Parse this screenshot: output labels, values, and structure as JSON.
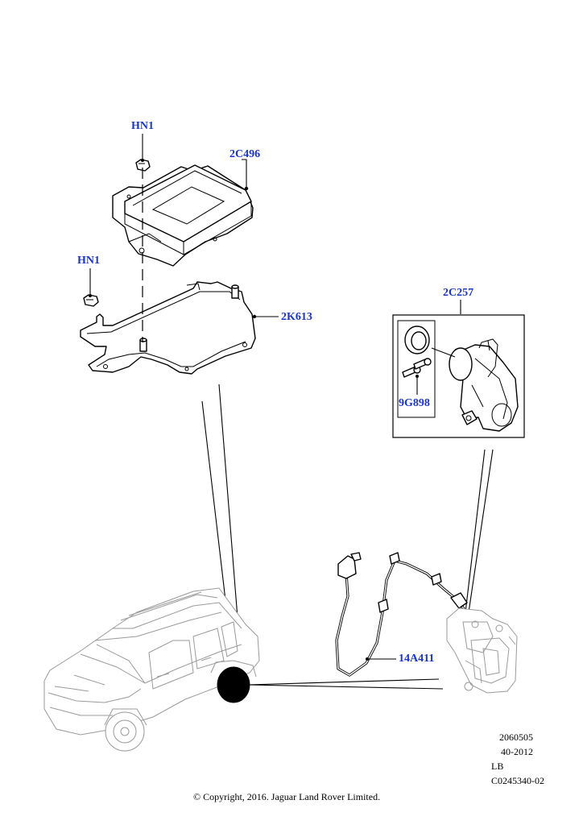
{
  "callouts": {
    "hn1_top": "HN1",
    "module_2c496": "2C496",
    "hn1_left": "HN1",
    "bracket_2k613": "2K613",
    "actuator_kit_2c257": "2C257",
    "bolt_9g898": "9G898",
    "harness_14a411": "14A411"
  },
  "reference": {
    "number": "2060505",
    "date_code": "40-2012",
    "market": "LB",
    "illustration_id": "C0245340-02"
  },
  "copyright": "© Copyright, 2016. Jaguar Land Rover Limited."
}
